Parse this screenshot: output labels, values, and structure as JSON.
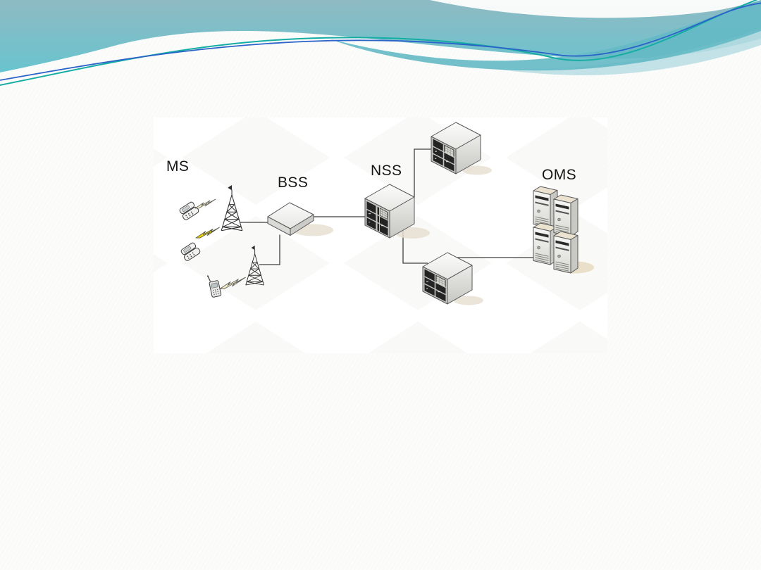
{
  "diagram": {
    "labels": [
      {
        "id": "ms",
        "text": "MS"
      },
      {
        "id": "bss",
        "text": "BSS"
      },
      {
        "id": "nss",
        "text": "NSS"
      },
      {
        "id": "oms",
        "text": "OMS"
      }
    ]
  },
  "colors": {
    "header_teal_top": "#8fbac3",
    "header_teal_bottom": "#68c4cf",
    "header_swoosh_teal": "#64b9c5",
    "header_swoosh_light": "#b9dde3",
    "accent_line_blue": "#2b63c9",
    "accent_line_teal": "#15ada3",
    "lightning_bright": "#f2da00",
    "lightning_pale": "#f3edc8",
    "connection_line": "#3f3f3f",
    "floor_tile": "#f4f4f2"
  }
}
